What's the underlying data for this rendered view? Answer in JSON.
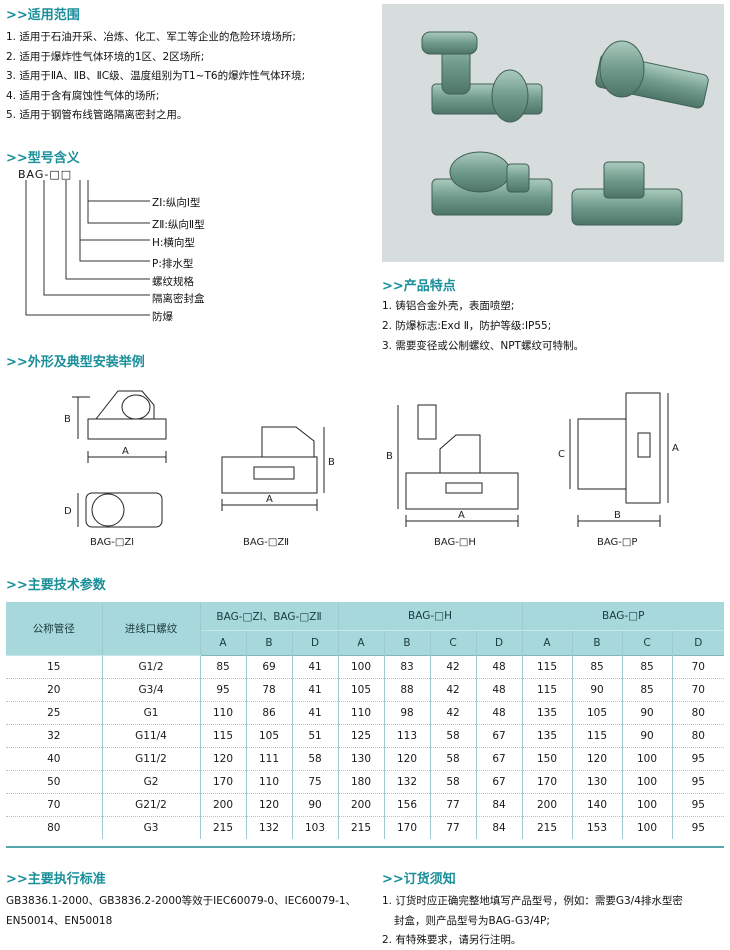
{
  "scope": {
    "title": ">>适用范围",
    "items": [
      "1. 适用于石油开采、冶炼、化工、军工等企业的危险环境场所;",
      "2. 适用于爆炸性气体环境的1区、2区场所;",
      "3. 适用于ⅡA、ⅡB、ⅡC级、温度组别为T1~T6的爆炸性气体环境;",
      "4. 适用于含有腐蚀性气体的场所;",
      "5. 适用于钢管布线管路隔离密封之用。"
    ]
  },
  "model": {
    "title": ">>型号含义",
    "code": "BAG-□□",
    "labels": [
      "ZⅠ:纵向Ⅰ型",
      "ZⅡ:纵向Ⅱ型",
      "H:横向型",
      "P:排水型",
      "螺纹规格",
      "隔离密封盒",
      "防爆"
    ]
  },
  "features": {
    "title": ">>产品特点",
    "items": [
      "1. 铸铝合金外壳，表面喷塑;",
      "2. 防爆标志:Exd Ⅱ，防护等级:IP55;",
      "3. 需要变径或公制螺纹、NPT螺纹可特制。"
    ]
  },
  "drawings": {
    "title": ">>外形及典型安装举例",
    "captions": [
      "BAG-□ZⅠ",
      "BAG-□ZⅡ",
      "BAG-□H",
      "BAG-□P"
    ],
    "dim_letters": {
      "a": "A",
      "b": "B",
      "c": "C",
      "d": "D"
    }
  },
  "params": {
    "title": ">>主要技术参数",
    "col1": "公称管径",
    "col2": "进线口螺纹",
    "groups": [
      "BAG-□ZⅠ、BAG-□ZⅡ",
      "BAG-□H",
      "BAG-□P"
    ],
    "sub_zi": [
      "A",
      "B",
      "D"
    ],
    "sub_h": [
      "A",
      "B",
      "C",
      "D"
    ],
    "sub_p": [
      "A",
      "B",
      "C",
      "D"
    ],
    "rows": [
      [
        "15",
        "G1/2",
        "85",
        "69",
        "41",
        "100",
        "83",
        "42",
        "48",
        "115",
        "85",
        "85",
        "70"
      ],
      [
        "20",
        "G3/4",
        "95",
        "78",
        "41",
        "105",
        "88",
        "42",
        "48",
        "115",
        "90",
        "85",
        "70"
      ],
      [
        "25",
        "G1",
        "110",
        "86",
        "41",
        "110",
        "98",
        "42",
        "48",
        "135",
        "105",
        "90",
        "80"
      ],
      [
        "32",
        "G11/4",
        "115",
        "105",
        "51",
        "125",
        "113",
        "58",
        "67",
        "135",
        "115",
        "90",
        "80"
      ],
      [
        "40",
        "G11/2",
        "120",
        "111",
        "58",
        "130",
        "120",
        "58",
        "67",
        "150",
        "120",
        "100",
        "95"
      ],
      [
        "50",
        "G2",
        "170",
        "110",
        "75",
        "180",
        "132",
        "58",
        "67",
        "170",
        "130",
        "100",
        "95"
      ],
      [
        "70",
        "G21/2",
        "200",
        "120",
        "90",
        "200",
        "156",
        "77",
        "84",
        "200",
        "140",
        "100",
        "95"
      ],
      [
        "80",
        "G3",
        "215",
        "132",
        "103",
        "215",
        "170",
        "77",
        "84",
        "215",
        "153",
        "100",
        "95"
      ]
    ]
  },
  "standards": {
    "title": ">>主要执行标准",
    "lines": [
      "GB3836.1-2000、GB3836.2-2000等效于IEC60079-0、IEC60079-1、",
      "EN50014、EN50018"
    ]
  },
  "ordering": {
    "title": ">>订货须知",
    "lines": [
      "1. 订货时应正确完整地填写产品型号，例如：需要G3/4排水型密",
      "封盒，则产品型号为BAG-G3/4P;",
      "2. 有特殊要求，请另行注明。"
    ]
  }
}
